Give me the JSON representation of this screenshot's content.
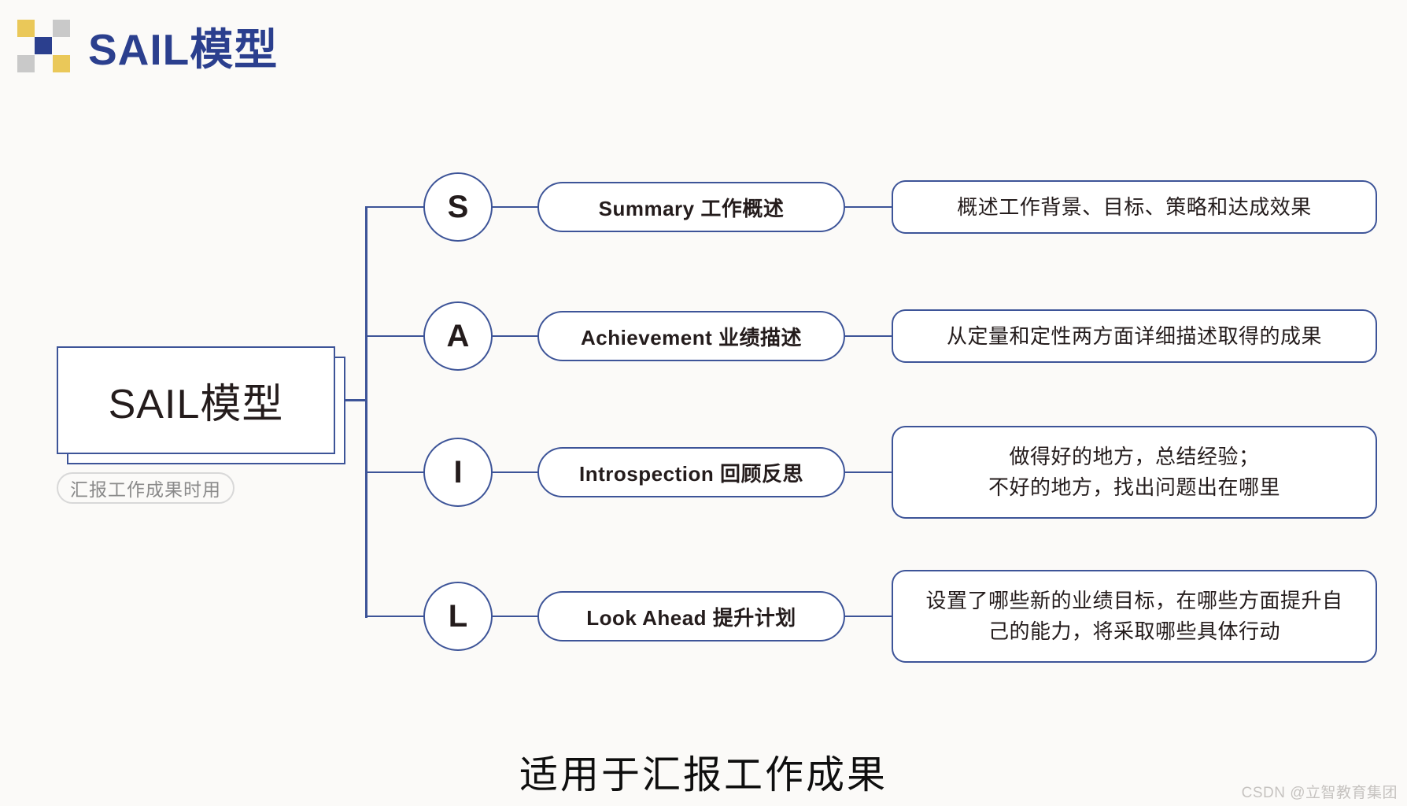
{
  "header": {
    "title": "SAIL模型"
  },
  "center": {
    "title": "SAIL模型",
    "tag": "汇报工作成果时用"
  },
  "branches": [
    {
      "letter": "S",
      "label": "Summary 工作概述",
      "desc_line1": "概述工作背景、目标、策略和达成效果",
      "desc_line2": ""
    },
    {
      "letter": "A",
      "label": "Achievement 业绩描述",
      "desc_line1": "从定量和定性两方面详细描述取得的成果",
      "desc_line2": ""
    },
    {
      "letter": "I",
      "label": "Introspection 回顾反思",
      "desc_line1": "做得好的地方，总结经验；",
      "desc_line2": "不好的地方，找出问题出在哪里"
    },
    {
      "letter": "L",
      "label": "Look Ahead 提升计划",
      "desc_line1": "设置了哪些新的业绩目标，在哪些方面提升自",
      "desc_line2": "己的能力，将采取哪些具体行动"
    }
  ],
  "footer": {
    "caption": "适用于汇报工作成果",
    "watermark": "CSDN @立智教育集团"
  },
  "colors": {
    "line_blue": "#3d5498",
    "brand_blue": "#2b3f8e",
    "logo_yellow": "#eac859",
    "logo_gray": "#c9c9c9",
    "text_dark": "#241c1c",
    "tag_border": "#d8d8d8",
    "tag_text": "#8a8a8a",
    "watermark_gray": "#c6c3c0"
  }
}
